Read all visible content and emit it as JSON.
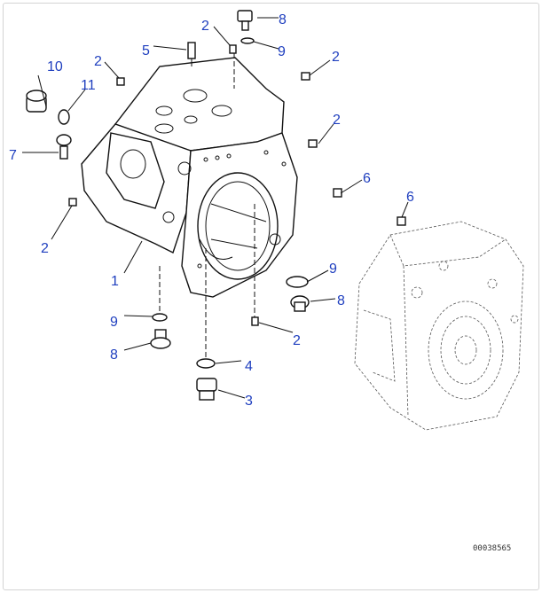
{
  "callouts": {
    "c1": "1",
    "c2a": "2",
    "c2b": "2",
    "c2c": "2",
    "c2d": "2",
    "c2e": "2",
    "c2f": "2",
    "c3": "3",
    "c4": "4",
    "c5": "5",
    "c6a": "6",
    "c6b": "6",
    "c7": "7",
    "c8a": "8",
    "c8b": "8",
    "c8c": "8",
    "c9a": "9",
    "c9b": "9",
    "c9c": "9",
    "c10": "10",
    "c11": "11"
  },
  "reference_code": "00038565",
  "colors": {
    "callout": "#1f3fbf",
    "linework": "#111111",
    "frame": "#d4d4d4"
  }
}
